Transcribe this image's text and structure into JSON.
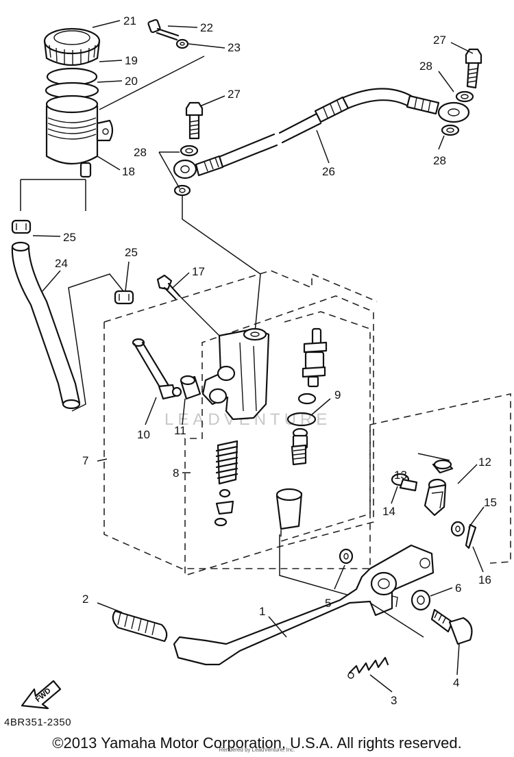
{
  "diagram": {
    "parts": [
      {
        "id": "pedal",
        "label": "1"
      },
      {
        "id": "pedal-rubber",
        "label": "2"
      },
      {
        "id": "return-spring",
        "label": "3"
      },
      {
        "id": "pivot-bolt",
        "label": "4"
      },
      {
        "id": "washer-5",
        "label": "5"
      },
      {
        "id": "washer-6",
        "label": "6"
      },
      {
        "id": "master-cylinder-assy",
        "label": "7"
      },
      {
        "id": "cylinder-kit",
        "label": "8"
      },
      {
        "id": "circlip",
        "label": "9"
      },
      {
        "id": "hose-joint",
        "label": "10"
      },
      {
        "id": "grommet-11",
        "label": "11"
      },
      {
        "id": "clevis",
        "label": "12"
      },
      {
        "id": "nut-13",
        "label": "13"
      },
      {
        "id": "pin-14",
        "label": "14"
      },
      {
        "id": "washer-15",
        "label": "15"
      },
      {
        "id": "cotter-pin",
        "label": "16"
      },
      {
        "id": "bolt-17",
        "label": "17"
      },
      {
        "id": "reservoir-tank",
        "label": "18"
      },
      {
        "id": "reservoir-cap",
        "label": "19"
      },
      {
        "id": "diaphragm",
        "label": "20"
      },
      {
        "id": "cap-assy",
        "label": "21"
      },
      {
        "id": "bolt-22",
        "label": "22"
      },
      {
        "id": "collar-23",
        "label": "23"
      },
      {
        "id": "reservoir-hose",
        "label": "24"
      },
      {
        "id": "hose-clip-upper",
        "label": "25"
      },
      {
        "id": "hose-clip-lower",
        "label": "25"
      },
      {
        "id": "brake-hose",
        "label": "26"
      },
      {
        "id": "union-bolt-left",
        "label": "27"
      },
      {
        "id": "union-bolt-right",
        "label": "27"
      },
      {
        "id": "gasket-left",
        "label": "28"
      },
      {
        "id": "gasket-right-top",
        "label": "28"
      },
      {
        "id": "gasket-right-bottom",
        "label": "28"
      }
    ],
    "fwd_label": "FWD",
    "watermark": "LEADVENTURE"
  },
  "footer": {
    "ref_code": "4BR351-2350",
    "copyright": "©2013 Yamaha Motor Corporation, U.S.A. All rights reserved.",
    "rendered_by": "Rendered by LeadVenture, Inc."
  }
}
